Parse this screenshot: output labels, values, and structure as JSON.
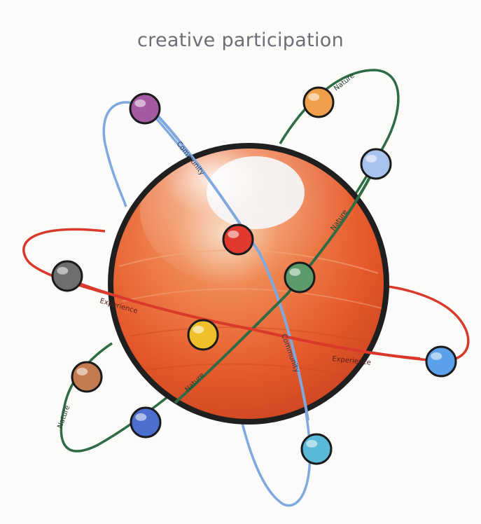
{
  "title": "creative participation",
  "orbits": [
    {
      "id": "community",
      "label": "Community",
      "color": "#7fa9de"
    },
    {
      "id": "nature",
      "label": "Nature",
      "color": "#2f6b45"
    },
    {
      "id": "experience",
      "label": "Experience",
      "color": "#d8392b"
    }
  ],
  "labels": {
    "community_upper": "Community",
    "community_lower": "Community",
    "nature_top": "Nature",
    "nature_mid": "Nature",
    "nature_center": "Nature",
    "nature_left": "Nature",
    "experience_left": "Experience",
    "experience_right": "Experience"
  },
  "planet": {
    "color": "#e8612e",
    "highlight": "#f2f2f2",
    "outline": "#1f1f1f"
  },
  "beads": [
    {
      "name": "purple-bead",
      "color": "#a45aa0"
    },
    {
      "name": "orange-bead",
      "color": "#f0a04a"
    },
    {
      "name": "light-blue-bead",
      "color": "#a9c4ec"
    },
    {
      "name": "red-bead",
      "color": "#e03a30"
    },
    {
      "name": "green-bead",
      "color": "#5c9a6c"
    },
    {
      "name": "gray-bead",
      "color": "#6e6e6e"
    },
    {
      "name": "yellow-bead",
      "color": "#f0c02a"
    },
    {
      "name": "tan-bead",
      "color": "#c57b52"
    },
    {
      "name": "blue-bead",
      "color": "#4c6fcf"
    },
    {
      "name": "cyan-bead",
      "color": "#5ab9d8"
    },
    {
      "name": "sky-blue-bead",
      "color": "#5aa0ea"
    }
  ]
}
